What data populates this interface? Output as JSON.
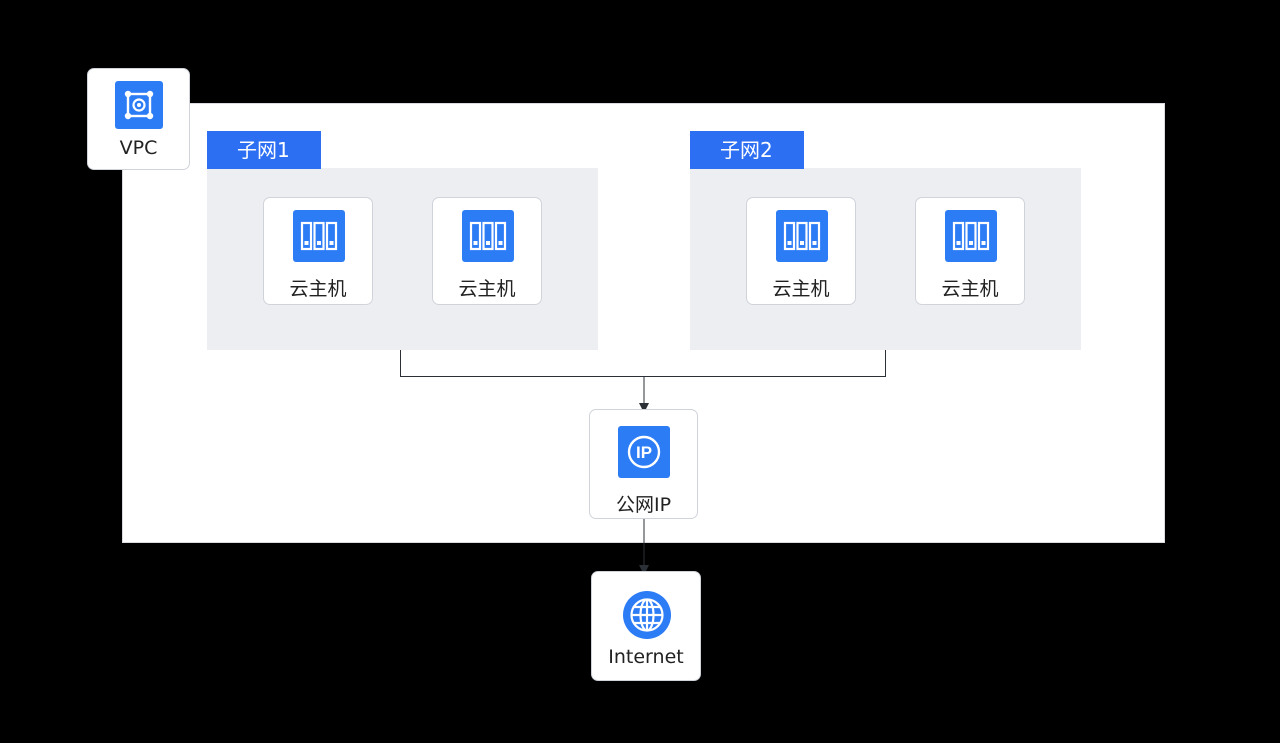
{
  "diagram": {
    "vpc": {
      "label": "VPC"
    },
    "subnets": [
      {
        "label": "子网1",
        "hosts": [
          "云主机",
          "云主机"
        ]
      },
      {
        "label": "子网2",
        "hosts": [
          "云主机",
          "云主机"
        ]
      }
    ],
    "public_ip": {
      "label": "公网IP"
    },
    "internet": {
      "label": "Internet"
    }
  },
  "icons": {
    "vpc": "vpc-icon",
    "host": "server-icon",
    "public_ip": "ip-icon",
    "internet": "globe-icon"
  },
  "colors": {
    "background": "#000000",
    "accent": "#2C7CF6",
    "subnet_bg": "#ECEEF2",
    "card_border": "#D0D4DA",
    "connector": "#2B2F36"
  }
}
